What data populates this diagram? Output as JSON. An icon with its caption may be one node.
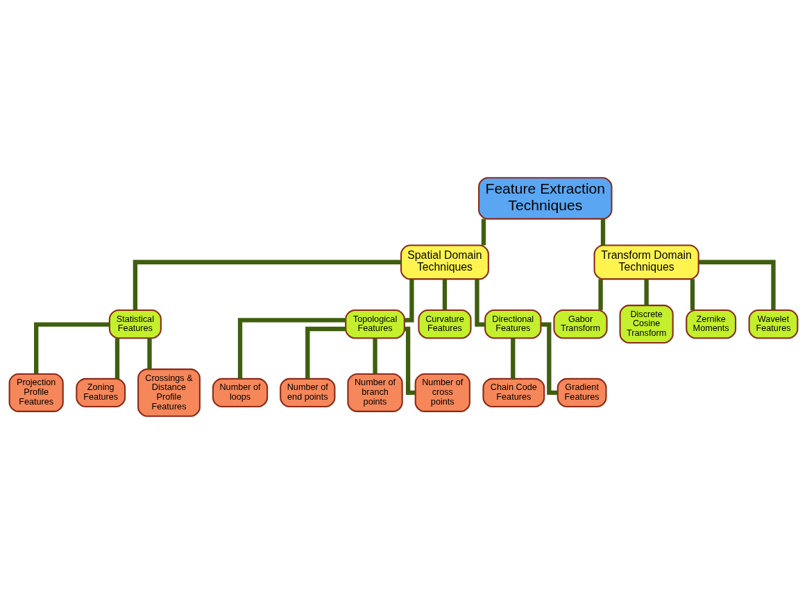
{
  "diagram": {
    "nodes": [
      {
        "text": [
          "Feature Extraction Techniques"
        ]
      },
      {
        "text": [
          "Spatial Domain Techniques"
        ]
      },
      {
        "text": [
          "Transform Domain Techniques"
        ]
      },
      {
        "text": [
          "Statistical Features"
        ]
      },
      {
        "text": [
          "Topological Features"
        ]
      },
      {
        "text": [
          "Curvature Features"
        ]
      },
      {
        "text": [
          "Directional Features"
        ]
      },
      {
        "text": [
          "Gabor Transform"
        ]
      },
      {
        "text": [
          "Discrete Cosine Transform"
        ]
      },
      {
        "text": [
          "Zernike Moments"
        ]
      },
      {
        "text": [
          "Wavelet Features"
        ]
      },
      {
        "text": [
          "Projection Profile Features"
        ]
      },
      {
        "text": [
          "Zoning Features"
        ]
      },
      {
        "text": [
          "Crossings & Distance Profile Features"
        ]
      },
      {
        "text": [
          "Chain Code Features"
        ]
      },
      {
        "text": [
          "Gradient Features"
        ]
      },
      {
        "text": [
          "Number of loops"
        ]
      },
      {
        "text": [
          "Number of end points"
        ]
      },
      {
        "text": [
          "Number of branch points"
        ]
      },
      {
        "text": [
          "Number of cross points"
        ]
      }
    ],
    "edges": [
      {
        "from": 0,
        "to": 1,
        "arrow": "none"
      },
      {
        "from": 0,
        "to": 2,
        "arrow": "none"
      },
      {
        "from": 1,
        "to": 3,
        "arrow": "none"
      },
      {
        "from": 1,
        "to": 4,
        "arrow": "none"
      },
      {
        "from": 1,
        "to": 5,
        "arrow": "none"
      },
      {
        "from": 1,
        "to": 6,
        "arrow": "none"
      },
      {
        "from": 2,
        "to": 7,
        "arrow": "none"
      },
      {
        "from": 2,
        "to": 8,
        "arrow": "none"
      },
      {
        "from": 2,
        "to": 9,
        "arrow": "none"
      },
      {
        "from": 2,
        "to": 10,
        "arrow": "none"
      },
      {
        "from": 3,
        "to": 11,
        "arrow": "none"
      },
      {
        "from": 3,
        "to": 12,
        "arrow": "none"
      },
      {
        "from": 3,
        "to": 13,
        "arrow": "none"
      },
      {
        "from": 6,
        "to": 14,
        "arrow": "none"
      },
      {
        "from": 6,
        "to": 15,
        "arrow": "none"
      },
      {
        "from": 4,
        "to": 16,
        "arrow": "none"
      },
      {
        "from": 4,
        "to": 17,
        "arrow": "none"
      },
      {
        "from": 4,
        "to": 18,
        "arrow": "none"
      },
      {
        "from": 4,
        "to": 19,
        "arrow": "none"
      }
    ]
  }
}
